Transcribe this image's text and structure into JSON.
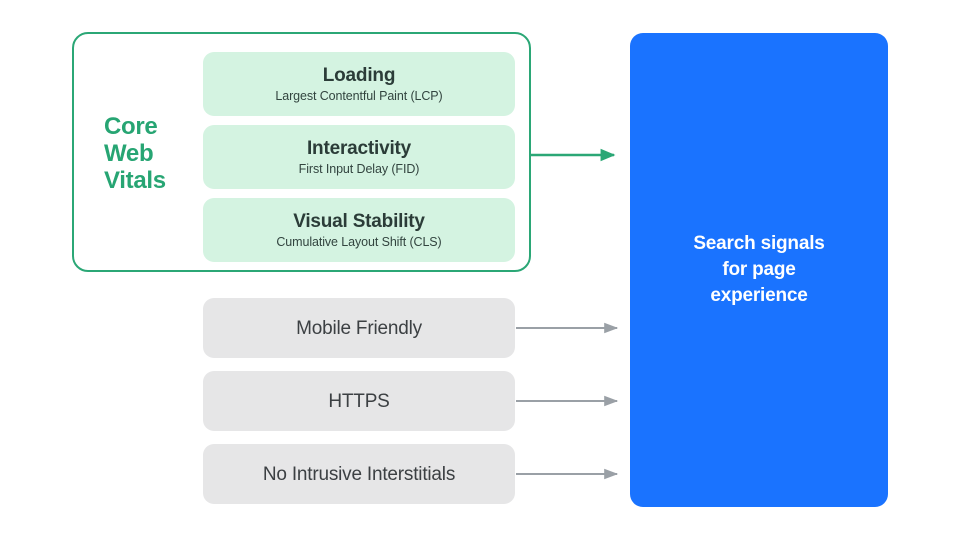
{
  "diagram": {
    "title": "Search signals for page experience",
    "colors": {
      "green_accent": "#27A573",
      "green_border": "#2BA776",
      "pill_bg": "#D4F3E1",
      "gray_bg": "#E6E6E7",
      "blue_bg": "#1A73FF",
      "arrow_gray": "#9AA0A6",
      "text_dark": "#2B3C38",
      "text_gray": "#3C4043",
      "white": "#FFFFFF",
      "page_bg": "#FFFFFF"
    }
  },
  "core_web_vitals": {
    "group_label": "Core\nWeb\nVitals",
    "group_label_lines": [
      "Core",
      "Web",
      "Vitals"
    ],
    "metrics": [
      {
        "title": "Loading",
        "subtitle": "Largest Contentful Paint (LCP)"
      },
      {
        "title": "Interactivity",
        "subtitle": "First Input Delay (FID)"
      },
      {
        "title": "Visual Stability",
        "subtitle": "Cumulative Layout Shift (CLS)"
      }
    ]
  },
  "other_signals": [
    {
      "label": "Mobile Friendly"
    },
    {
      "label": "HTTPS"
    },
    {
      "label": "No Intrusive Interstitials"
    }
  ],
  "destination": {
    "label": "Search signals\nfor page\nexperience",
    "label_lines": [
      "Search signals",
      "for page",
      "experience"
    ]
  },
  "arrows": [
    {
      "name": "core-web-vitals-arrow",
      "color": "#2BA776"
    },
    {
      "name": "mobile-friendly-arrow",
      "color": "#9AA0A6"
    },
    {
      "name": "https-arrow",
      "color": "#9AA0A6"
    },
    {
      "name": "no-intrusive-interstitials-arrow",
      "color": "#9AA0A6"
    }
  ]
}
